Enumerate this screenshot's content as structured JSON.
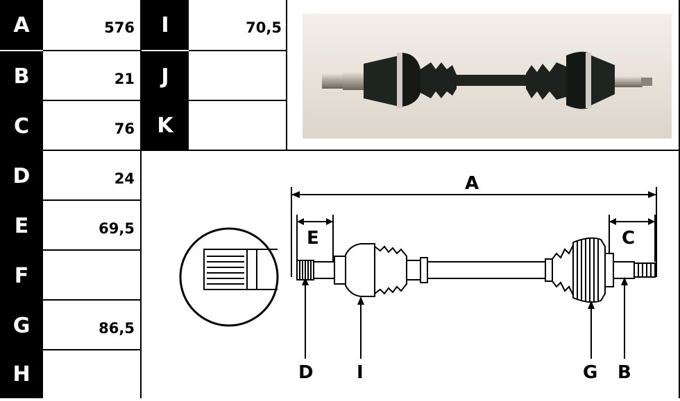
{
  "table": {
    "rows": [
      {
        "label": "A",
        "value": "576"
      },
      {
        "label": "B",
        "value": "21"
      },
      {
        "label": "C",
        "value": "76"
      },
      {
        "label": "D",
        "value": "24"
      },
      {
        "label": "E",
        "value": "69,5"
      },
      {
        "label": "F",
        "value": ""
      },
      {
        "label": "G",
        "value": "86,5"
      },
      {
        "label": "H",
        "value": ""
      }
    ],
    "right_rows": [
      {
        "label": "I",
        "value": "70,5"
      },
      {
        "label": "J",
        "value": ""
      },
      {
        "label": "K",
        "value": ""
      }
    ]
  },
  "diagram": {
    "labels": {
      "A": "A",
      "E": "E",
      "C": "C",
      "D": "D",
      "I": "I",
      "G": "G",
      "B": "B"
    }
  }
}
